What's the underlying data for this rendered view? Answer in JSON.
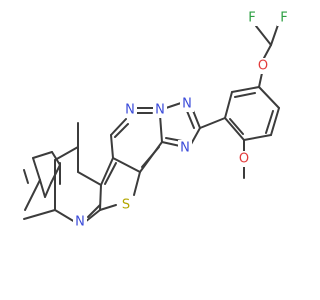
{
  "molecule": {
    "atoms": {
      "N_pyridine": {
        "label": "N",
        "color": "#3b4bd9"
      },
      "S_thiophene": {
        "label": "S",
        "color": "#b3a700"
      },
      "N_pyrimidine": {
        "label": "N",
        "color": "#3b4bd9"
      },
      "N_triazole_bridge": {
        "label": "N",
        "color": "#3b4bd9"
      },
      "N_triazole_top": {
        "label": "N",
        "color": "#3b4bd9"
      },
      "N_triazole_bottom": {
        "label": "N",
        "color": "#3b4bd9"
      },
      "O_ether_top": {
        "label": "O",
        "color": "#e23c3c"
      },
      "O_methoxy": {
        "label": "O",
        "color": "#e23c3c"
      },
      "F_left": {
        "label": "F",
        "color": "#2ea043"
      },
      "F_right": {
        "label": "F",
        "color": "#2ea043"
      }
    },
    "bond_color": "#3c3c3c",
    "background": "#ffffff"
  }
}
